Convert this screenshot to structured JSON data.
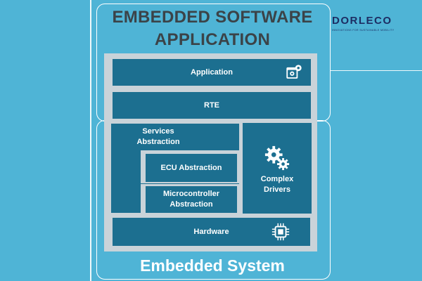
{
  "title": {
    "line1": "EMBEDDED SOFTWARE",
    "line2": "APPLICATION"
  },
  "footer": {
    "label": "Embedded System"
  },
  "logo": {
    "wordmark": "DORLECO",
    "tagline": "INNOVATIONS FOR SUSTAINABLE MOBILITY"
  },
  "layers": {
    "application": "Application",
    "rte": "RTE",
    "services": [
      "Services",
      "Abstraction"
    ],
    "ecu": "ECU Abstraction",
    "microcontroller": [
      "Microcontroller",
      "Abstraction"
    ],
    "complex_drivers": [
      "Complex",
      "Drivers"
    ],
    "hardware": "Hardware"
  },
  "icons": {
    "application": "app-gear-icon",
    "complex_drivers": "gears-icon",
    "hardware": "chip-icon"
  },
  "colors": {
    "background": "#4fb4d6",
    "block": "#1c6f90",
    "panel": "#c9d3d9",
    "title_text": "#3b4348",
    "logo": "#1d2d63"
  }
}
